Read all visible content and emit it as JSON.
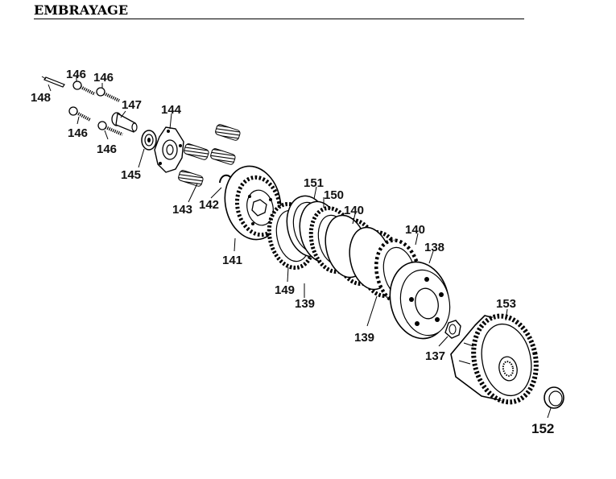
{
  "header": {
    "title": "EMBRAYAGE"
  },
  "callouts": [
    {
      "id": "c148",
      "text": "148"
    },
    {
      "id": "c146a",
      "text": "146"
    },
    {
      "id": "c146b",
      "text": "146"
    },
    {
      "id": "c147",
      "text": "147"
    },
    {
      "id": "c144",
      "text": "144"
    },
    {
      "id": "c146c",
      "text": "146"
    },
    {
      "id": "c146d",
      "text": "146"
    },
    {
      "id": "c145",
      "text": "145"
    },
    {
      "id": "c143",
      "text": "143"
    },
    {
      "id": "c142",
      "text": "142"
    },
    {
      "id": "c141",
      "text": "141"
    },
    {
      "id": "c151",
      "text": "151"
    },
    {
      "id": "c150",
      "text": "150"
    },
    {
      "id": "c140a",
      "text": "140"
    },
    {
      "id": "c140b",
      "text": "140"
    },
    {
      "id": "c138",
      "text": "138"
    },
    {
      "id": "c149",
      "text": "149"
    },
    {
      "id": "c139a",
      "text": "139"
    },
    {
      "id": "c139b",
      "text": "139"
    },
    {
      "id": "c137",
      "text": "137"
    },
    {
      "id": "c153",
      "text": "153"
    },
    {
      "id": "c152",
      "text": "152"
    }
  ]
}
